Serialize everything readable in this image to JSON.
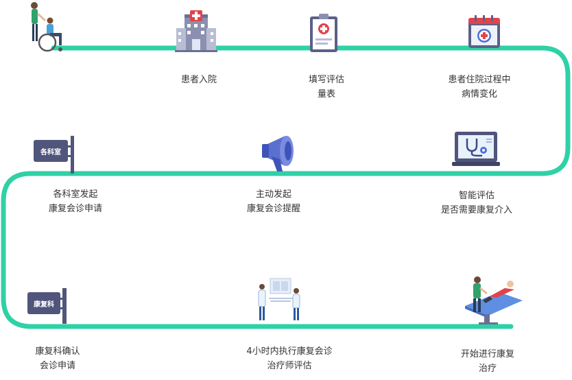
{
  "colors": {
    "path": "#2fd1a6",
    "accent_red": "#e2434b",
    "navy": "#4a4f7a",
    "sign": "#50557b",
    "text": "#333333"
  },
  "steps": [
    {
      "id": "admission",
      "icon": "hospital-icon",
      "lines": [
        "患者入院"
      ]
    },
    {
      "id": "scale",
      "icon": "clipboard-icon",
      "lines": [
        "填写评估",
        "量表"
      ]
    },
    {
      "id": "condition",
      "icon": "calendar-medical-icon",
      "lines": [
        "患者住院过程中",
        "病情变化"
      ]
    },
    {
      "id": "dept-request",
      "icon": "signboard-icon",
      "sign_text": "各科室",
      "lines": [
        "各科室发起",
        "康复会诊申请"
      ]
    },
    {
      "id": "reminder",
      "icon": "megaphone-icon",
      "lines": [
        "主动发起",
        "康复会诊提醒"
      ]
    },
    {
      "id": "smart-eval",
      "icon": "laptop-stethoscope-icon",
      "lines": [
        "智能评估",
        "是否需要康复介入"
      ]
    },
    {
      "id": "rehab-confirm",
      "icon": "signboard-icon",
      "sign_text": "康复科",
      "lines": [
        "康复科确认",
        "会诊申请"
      ]
    },
    {
      "id": "therapist-eval",
      "icon": "doctors-consult-icon",
      "lines": [
        "4小时内执行康复会诊",
        "治疗师评估"
      ]
    },
    {
      "id": "start-rehab",
      "icon": "rehab-bed-icon",
      "lines": [
        "开始进行康复",
        "治疗"
      ]
    }
  ]
}
